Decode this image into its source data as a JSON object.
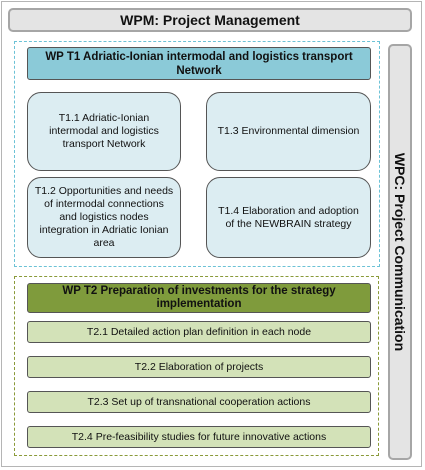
{
  "wpm": {
    "label": "WPM: Project Management"
  },
  "wpc": {
    "label": "WPC: Project Communication"
  },
  "wp_t1": {
    "title": "WP T1 Adriatic-Ionian intermodal and logistics transport Network",
    "tasks": [
      "T1.1 Adriatic-Ionian intermodal and logistics transport Network",
      "T1.3 Environmental dimension",
      "T1.2 Opportunities and needs of intermodal connections and logistics nodes integration in Adriatic Ionian area",
      "T1.4 Elaboration and adoption of the NEWBRAIN strategy"
    ]
  },
  "wp_t2": {
    "title": "WP T2 Preparation of investments for the strategy implementation",
    "tasks": [
      "T2.1 Detailed action plan definition in each node",
      "T2.2 Elaboration of projects",
      "T2.3 Set up of transnational cooperation actions",
      "T2.4 Pre-feasibility studies for future innovative actions"
    ]
  },
  "colors": {
    "t1_header": "#8bcad8",
    "t1_task": "#dcedf2",
    "t1_border": "#6cc2d6",
    "t2_header": "#7f9b3c",
    "t2_task": "#d3e2b8",
    "t2_border": "#8a9a3a",
    "side_boxes": "#e4e4e4"
  }
}
